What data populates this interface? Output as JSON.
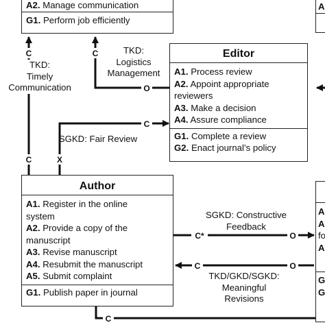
{
  "top_box": {
    "goal": {
      "id": "A2.",
      "text": "Manage communication"
    },
    "goal2": {
      "id": "G1.",
      "text": "Perform job efficiently"
    }
  },
  "editor": {
    "title": "Editor",
    "activities": [
      {
        "id": "A1.",
        "text": "Process review"
      },
      {
        "id": "A2.",
        "text": "Appoint appropriate"
      },
      {
        "id": "",
        "text": "reviewers"
      },
      {
        "id": "A3.",
        "text": "Make a decision"
      },
      {
        "id": "A4.",
        "text": "Assure compliance"
      }
    ],
    "goals": [
      {
        "id": "G1.",
        "text": "Complete a review"
      },
      {
        "id": "G2.",
        "text": "Enact journal’s policy"
      }
    ]
  },
  "author": {
    "title": "Author",
    "activities": [
      {
        "id": "A1.",
        "text": "Register in the online"
      },
      {
        "id": "",
        "text": "system"
      },
      {
        "id": "A2.",
        "text": "Provide a copy of the"
      },
      {
        "id": "",
        "text": "manuscript"
      },
      {
        "id": "A3.",
        "text": "Revise manuscript"
      },
      {
        "id": "A4.",
        "text": "Resubmit the manuscript"
      },
      {
        "id": "A5.",
        "text": "Submit complaint"
      }
    ],
    "goals": [
      {
        "id": "G1.",
        "text": "Publish paper in journal"
      }
    ]
  },
  "right_box": {
    "lines": [
      "A",
      "A",
      "A",
      "fo",
      "A",
      "",
      "G",
      "G"
    ]
  },
  "labels": {
    "tkd_timely": [
      "TKD:",
      "Timely",
      "Communication"
    ],
    "tkd_logistics": [
      "TKD:",
      "Logistics",
      "Management"
    ],
    "sgkd_fair": "SGKD: Fair Review",
    "sgkd_constructive": [
      "SGKD: Constructive",
      "Feedback"
    ],
    "meaningful": [
      "TKD/GKD/SGKD:",
      "Meaningful",
      "Revisions"
    ]
  },
  "markers": {
    "c": "C",
    "o": "O",
    "x": "X",
    "c_star": "C*"
  }
}
